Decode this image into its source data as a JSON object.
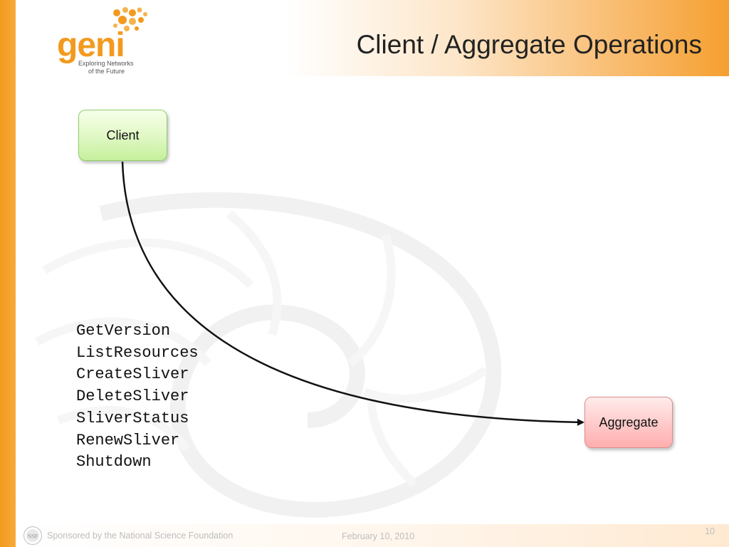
{
  "header": {
    "title": "Client / Aggregate Operations",
    "logo": {
      "word": "geni",
      "tagline_line1": "Exploring Networks",
      "tagline_line2": "of the Future",
      "color": "#f39a1e"
    }
  },
  "diagram": {
    "client_label": "Client",
    "aggregate_label": "Aggregate",
    "operations": [
      "GetVersion",
      "ListResources",
      "CreateSliver",
      "DeleteSliver",
      "SliverStatus",
      "RenewSliver",
      "Shutdown"
    ]
  },
  "footer": {
    "sponsor": "Sponsored by the National Science Foundation",
    "date": "February 10, 2010",
    "page_number": "10"
  },
  "colors": {
    "accent": "#f39a1e",
    "client_fill": "#d6f5b8",
    "aggregate_fill": "#ffc4c4"
  }
}
